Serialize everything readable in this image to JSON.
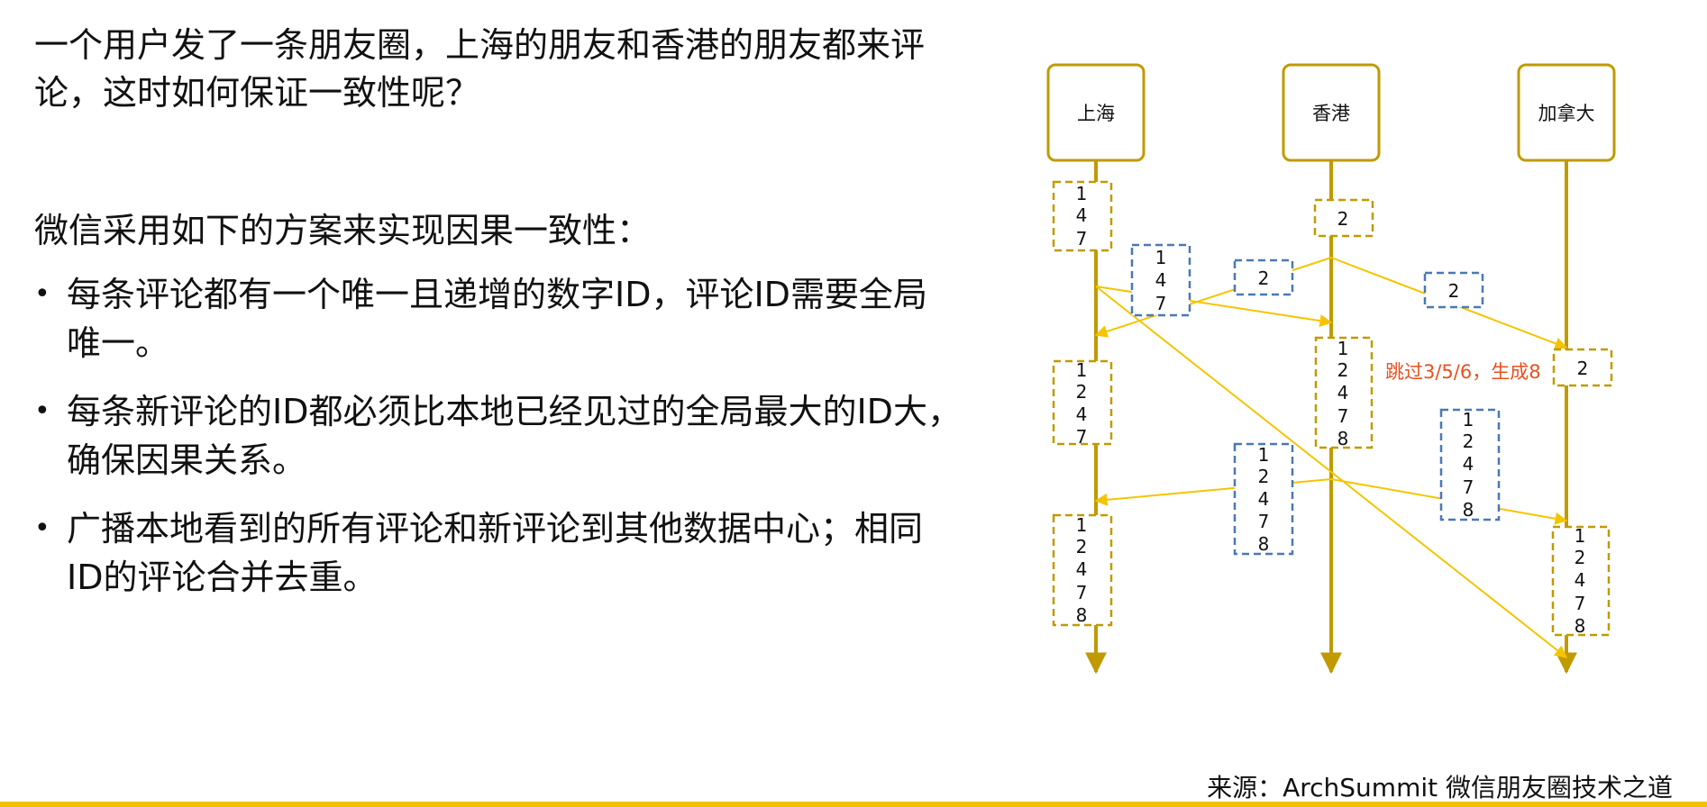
{
  "intro": {
    "line1": "一个用户发了一条朋友圈，上海的朋友和香港的朋友都来评",
    "line2": "论，这时如何保证一致性呢？"
  },
  "scheme_title": "微信采用如下的方案来实现因果一致性：",
  "points": [
    {
      "bullet": "•",
      "line1": "每条评论都有一个唯一且递增的数字ID，评论ID需要全局",
      "line2": "唯一。"
    },
    {
      "bullet": "•",
      "line1": "每条新评论的ID都必须比本地已经见过的全局最大的ID大，",
      "line2": "确保因果关系。"
    },
    {
      "bullet": "•",
      "line1": "广播本地看到的所有评论和新评论到其他数据中心；相同",
      "line2": "ID的评论合并去重。"
    }
  ],
  "diagram": {
    "nodes": [
      "上海",
      "香港",
      "加拿大"
    ],
    "boxes": {
      "sh1": [
        "1",
        "4",
        "7"
      ],
      "msg_sh": [
        "1",
        "4",
        "7"
      ],
      "hk1": [
        "2"
      ],
      "msg_hk1": [
        "2"
      ],
      "msg_hk2": [
        "2"
      ],
      "hk2": [
        "1",
        "2",
        "4",
        "7",
        "8"
      ],
      "ca1": [
        "2"
      ],
      "sh2": [
        "1",
        "2",
        "4",
        "7"
      ],
      "msg_hk3": [
        "1",
        "2",
        "4",
        "7",
        "8"
      ],
      "msg_hk4": [
        "1",
        "2",
        "4",
        "7",
        "8"
      ],
      "sh3": [
        "1",
        "2",
        "4",
        "7",
        "8"
      ],
      "ca2": [
        "1",
        "2",
        "4",
        "7",
        "8"
      ]
    },
    "note": "跳过3/5/6，生成8",
    "colors": {
      "timeline": "#c09a00",
      "node_border": "#c09a00",
      "arrow": "#f5c400",
      "local_box": "#c09a00",
      "message_box": "#4a78b5",
      "note": "#e8501f"
    }
  },
  "source": "来源：ArchSummit 微信朋友圈技术之道"
}
